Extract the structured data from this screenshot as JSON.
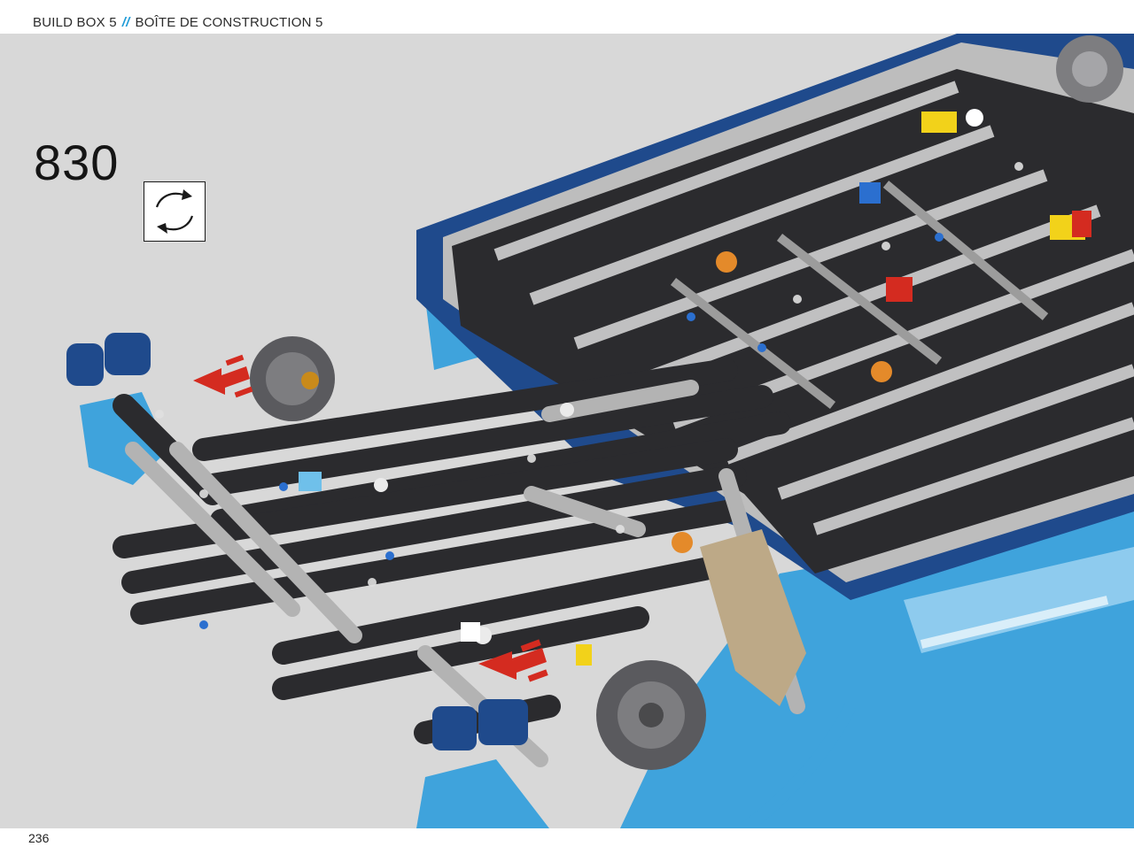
{
  "header": {
    "section_en": "BUILD BOX 5",
    "separator": "//",
    "section_fr": "BOÎTE DE CONSTRUCTION 5"
  },
  "step": {
    "number": "830",
    "rotate_icon": "rotate-model-icon"
  },
  "colors": {
    "background": "#d8d8d8",
    "beam_dark": "#2b2b2e",
    "beam_light": "#b9b9b9",
    "frame_blue": "#1f4a8c",
    "body_azure": "#3fa3dc",
    "arrow_red": "#d42b20",
    "accent": "#1e9bd7"
  },
  "footer": {
    "page_number": "236"
  }
}
